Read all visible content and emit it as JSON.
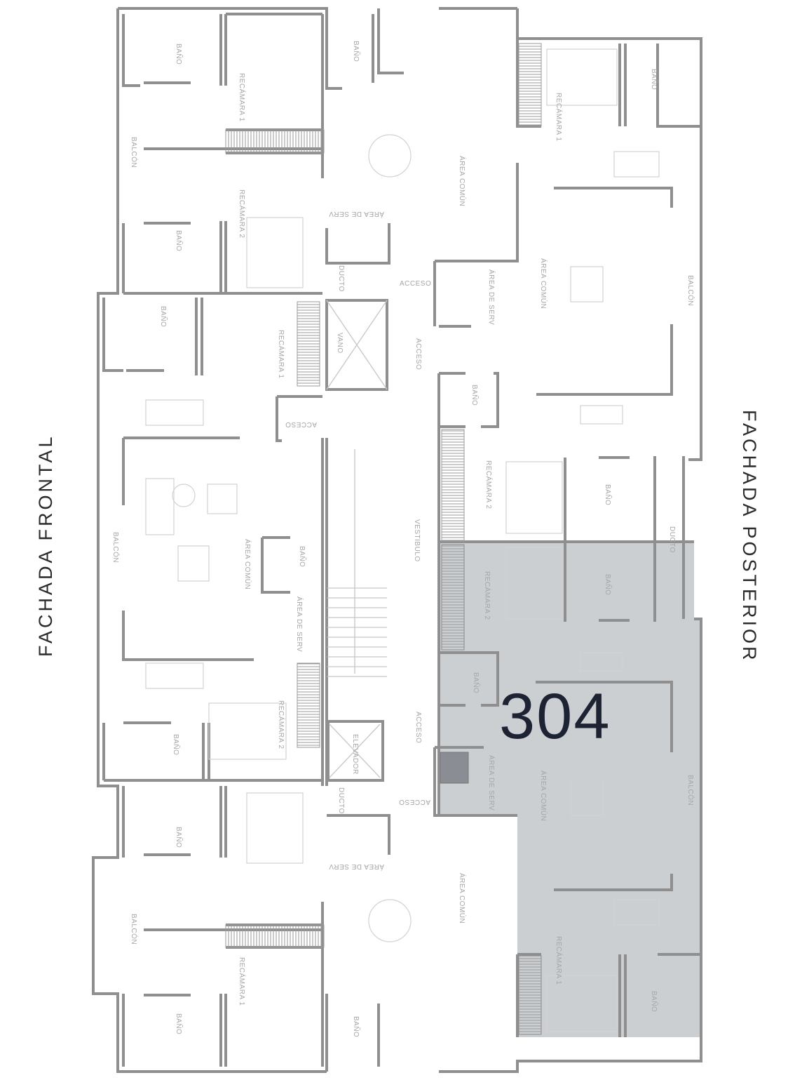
{
  "facades": {
    "front": "FACHADA FRONTAL",
    "rear": "FACHADA POSTERIOR"
  },
  "highlight": {
    "unit_number": "304",
    "fill_color": "#9fa3aa"
  },
  "rooms": {
    "bano": "BAÑO",
    "recamara_1": "RECÁMARA 1",
    "recamara_2": "RECÁMARA 2",
    "balcon": "BALCÓN",
    "area_comun": "ÁREA COMÚN",
    "area_serv": "ÁREA DE SERV",
    "acceso": "ACCESO",
    "ducto": "DUCTO",
    "vano": "VANO",
    "vestibulo": "VESTIBULO",
    "elevador": "ELEVADOR"
  },
  "colors": {
    "wall": "#8f8f8f",
    "text": "#2a2a2a",
    "number": "#1d2333"
  }
}
